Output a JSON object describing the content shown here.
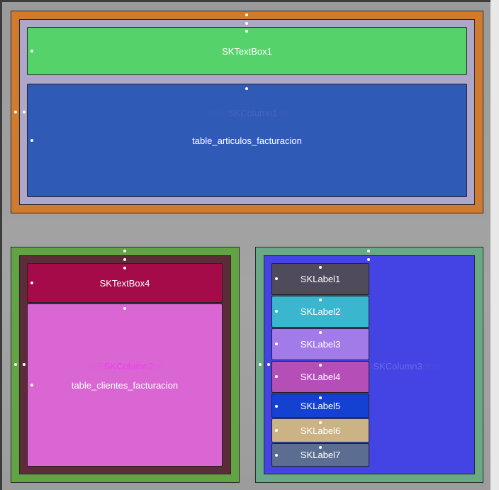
{
  "panel_top": {
    "column_title": "SKColumn1",
    "column_title_prefix": "SKFo",
    "column_title_suffix": "ion",
    "textbox_label": "SKTextBox1",
    "table_label": "table_articulos_facturacion",
    "colors": {
      "outer": "#d17b2f",
      "inner": "#aea7c9",
      "textbox": "#55d36a",
      "table": "#2f5bb6",
      "title": "#4b62c0"
    }
  },
  "panel_bottom_left": {
    "column_title": "SKColumn2",
    "column_title_prefix": "SKF",
    "column_title_suffix": "on",
    "textbox_label": "SKTextBox4",
    "table_label": "table_clientes_facturacion",
    "colors": {
      "outer": "#62a343",
      "inner": "#5e2b39",
      "textbox": "#a50a49",
      "table": "#da66d3",
      "title": "#f03cf0"
    }
  },
  "panel_bottom_right": {
    "column_title": "SKColumn3",
    "column_title_prefix": "SKCo",
    "column_title_suffix": "cion",
    "colors": {
      "outer": "#6aa985",
      "inner": "#4443e3",
      "title": "#6a6ae8"
    },
    "labels": [
      {
        "text": "SKLabel1",
        "color": "#4f4b5c"
      },
      {
        "text": "SKLabel2",
        "color": "#3ab7cf"
      },
      {
        "text": "SKLabel3",
        "color": "#a37be8"
      },
      {
        "text": "SKLabel4",
        "color": "#b54eb7"
      },
      {
        "text": "SKLabel5",
        "color": "#1541d2"
      },
      {
        "text": "SKLabel6",
        "color": "#cbb386"
      },
      {
        "text": "SKLabel7",
        "color": "#5b6e92"
      }
    ]
  }
}
